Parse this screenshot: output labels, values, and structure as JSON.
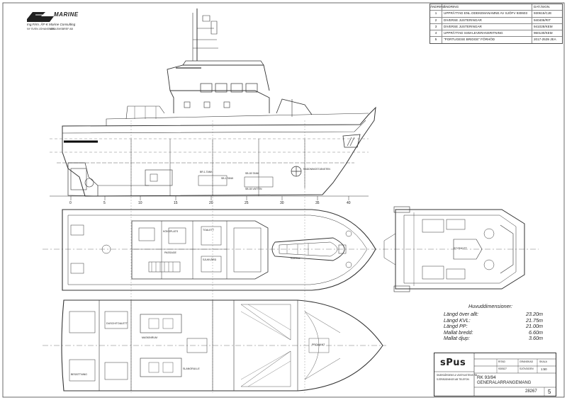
{
  "header": {
    "logo_text": "MARINE",
    "company_line1": "Ing.Firm. ÅF-K Marine Consulting",
    "company_line2": "NY SVEN JOHANSSON",
    "company_line3": "MEDLEMSBREF AB"
  },
  "revisions": {
    "columns": [
      "ÄNDRING",
      "ÄNDRING",
      "DAT./SIGN."
    ],
    "rows": [
      {
        "no": "1",
        "text": "UPPRÄTTAD ENL.ODEKEMANAMNE AV SJÖFV 930603",
        "date": "930615/CJE"
      },
      {
        "no": "2",
        "text": "DIVERSE JUSTERINGAR",
        "date": "940406/RIT"
      },
      {
        "no": "3",
        "text": "DIVERSE JUSTERINGAR",
        "date": "941028/KEM"
      },
      {
        "no": "4",
        "text": "UPPRÄTTAD SSM-LEVERANSRITNING",
        "date": "960130/KEM"
      },
      {
        "no": "5",
        "text": "\"PORTUGESE BRIDGE\" FÖRHÖD",
        "date": "2017-2539 JEA"
      }
    ]
  },
  "profile_labels": {
    "frames": [
      "0",
      "5",
      "10",
      "15",
      "20",
      "25",
      "30",
      "35",
      "40"
    ],
    "tanks": [
      "BR.1-TANK",
      "SB.1-TANK",
      "SB.1B TANK",
      "SB.1B VATTEN"
    ],
    "emblem": "RÄDDNINGSTJÄNSTEN"
  },
  "deck_labels": {
    "rooms": [
      "KÖKSPLATS",
      "PASSAGE",
      "MASKINRUM",
      "KAPELL",
      "TOALETT",
      "SJUKVÅRD",
      "DUSCH/TOALETT",
      "STYRHYTT",
      "BESÄTTNING",
      "PROVIANT",
      "SLANGRULLE"
    ]
  },
  "dimensions": {
    "heading": "Huvuddimensioner:",
    "items": [
      {
        "label": "Längd över allt:",
        "value": "23.20m"
      },
      {
        "label": "Längd KVL:",
        "value": "21.75m"
      },
      {
        "label": "Längd PP:",
        "value": "21.00m"
      },
      {
        "label": "Mallat bredd:",
        "value": "6.60m"
      },
      {
        "label": "Mallat djup:",
        "value": "3.60m"
      }
    ]
  },
  "title_block": {
    "logo": "sPus",
    "company_small": "SKÄRGÅRDENS & VÄSTKUSTENS RB",
    "company_small2": "SJÖRÄDDNINGS AB TELEFON",
    "scale_label": "SKALA",
    "scale": "1:50",
    "drawn_label": "RITAD",
    "drawn_value": "930527",
    "checked_label": "GRANSKAD",
    "checked_value": "SJÖVÄGEN",
    "project": "RK 93/94",
    "title": "GENERALARRANGEMANG",
    "drawing_no": "28267",
    "sheet": "5"
  }
}
